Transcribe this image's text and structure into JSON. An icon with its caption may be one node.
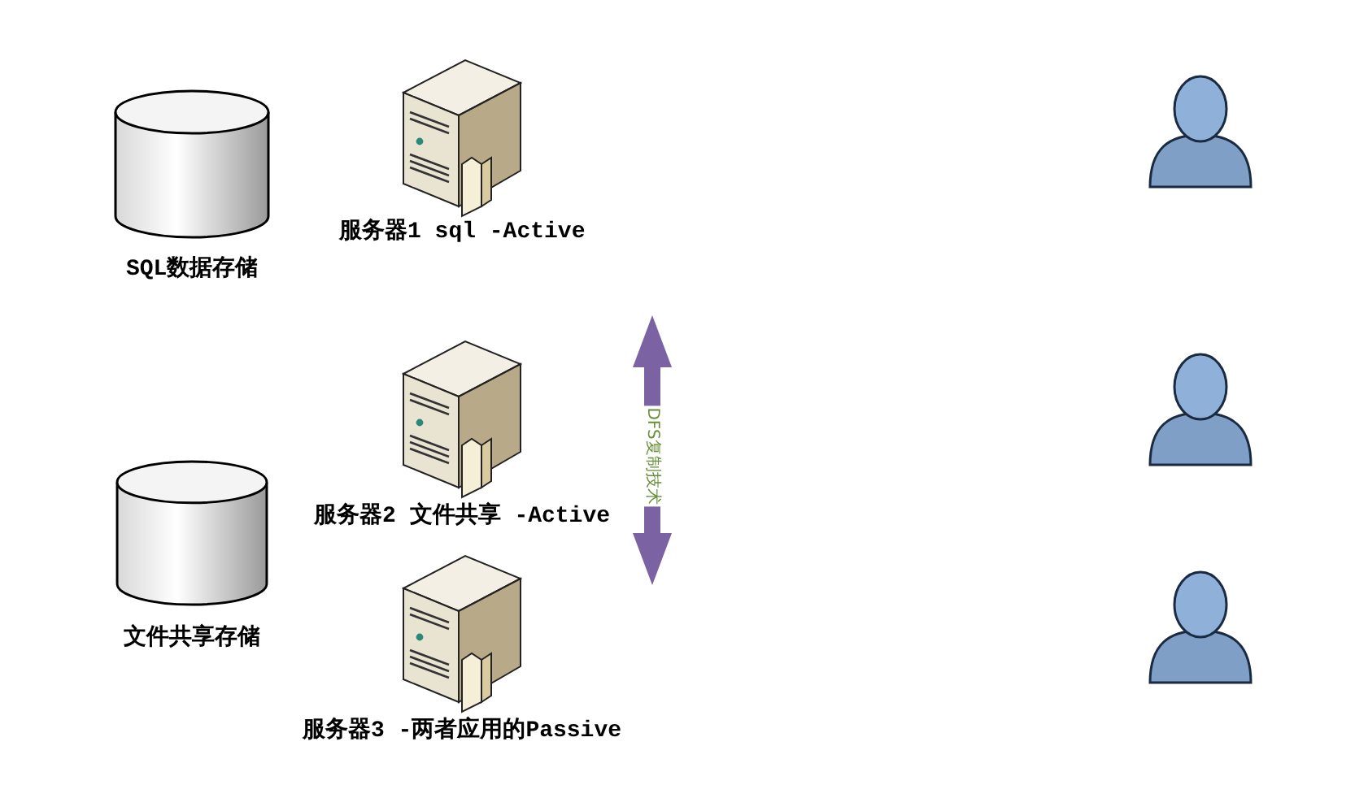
{
  "diagram": {
    "nodes": [
      {
        "text": [
          "SQL数据存储"
        ]
      },
      {
        "text": [
          "服务器1 sql -Active"
        ]
      },
      {
        "text": [],
        "shape": "person"
      },
      {
        "text": [
          "服务器2 文件共享 -Active"
        ]
      },
      {
        "text": [],
        "shape": "person"
      },
      {
        "text": [
          "文件共享存储"
        ]
      },
      {
        "text": [
          "服务器3 -两者应用的Passive"
        ]
      },
      {
        "text": [],
        "shape": "person"
      }
    ],
    "labels": [
      "DFS复制技术"
    ]
  }
}
